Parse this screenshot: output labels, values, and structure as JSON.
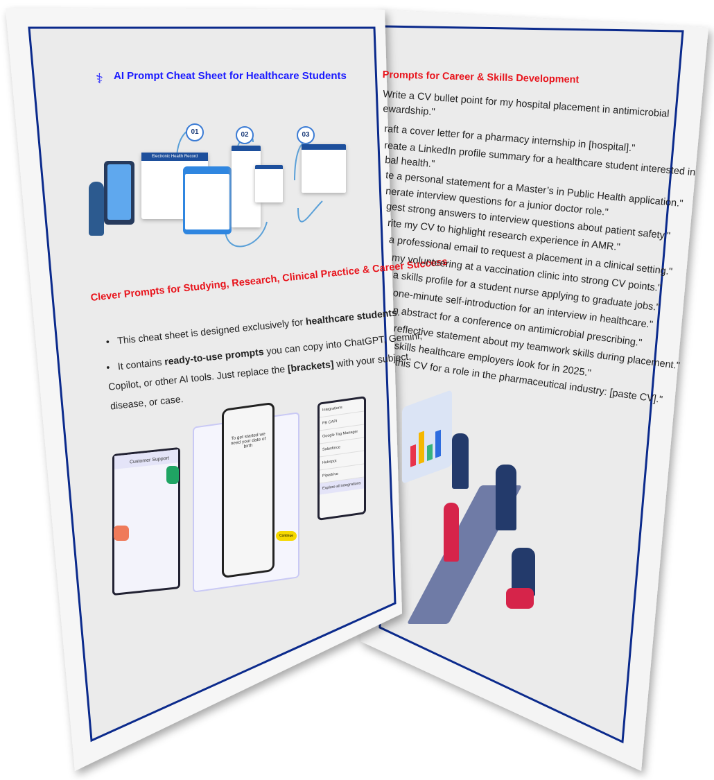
{
  "left_page": {
    "title": "AI Prompt Cheat Sheet for Healthcare Students",
    "title_icon": "stethoscope-icon",
    "illustration1": {
      "steps": [
        "01",
        "02",
        "03"
      ],
      "card_title": "Electronic Health Record"
    },
    "section_heading": "Clever Prompts for Studying, Research, Clinical Practice & Career Success",
    "bullets": [
      {
        "pre": "This cheat sheet is designed exclusively for ",
        "bold": "healthcare students",
        "post": "."
      },
      {
        "pre": "It contains ",
        "bold": "ready-to-use prompts",
        "mid": " you can copy into ChatGPT, Gemini, Copilot, or other AI tools. Just replace the ",
        "bold2": "[brackets]",
        "post": " with your subject, disease, or case."
      }
    ],
    "illustration2": {
      "chat_title": "Customer Support",
      "phone_prompt": "To get started we need your date of birth",
      "integrations_title": "Integrations",
      "integrations": [
        "FB CAPI",
        "Google Tag Manager",
        "Salesforce",
        "Hubspot",
        "Pipedrive"
      ],
      "integrations_footer": "Explore all integrations",
      "continue_label": "Continue"
    }
  },
  "right_page": {
    "heading": "Prompts for Career & Skills Development",
    "lines": [
      "Write a CV bullet point for my hospital placement in antimicrobial",
      "ewardship.\"",
      "raft a cover letter for a pharmacy internship in [hospital].\"",
      "reate a LinkedIn profile summary for a healthcare student interested in",
      "bal health.\"",
      "te a personal statement for a Master’s in Public Health application.\"",
      "nerate interview questions for a junior doctor role.\"",
      "gest strong answers to interview questions about patient safety.\"",
      "rite my CV to highlight research experience in AMR.\"",
      "a professional email to request a placement in a clinical setting.\"",
      "my volunteering at a vaccination clinic into strong CV points.\"",
      "a skills profile for a student nurse applying to graduate jobs.\"",
      "one-minute self-introduction for an interview in healthcare.\"",
      "n abstract for a conference on antimicrobial prescribing.\"",
      "reflective statement about my teamwork skills during placement.\"",
      "skills healthcare employers look for in 2025.\"",
      "this CV for a role in the pharmaceutical industry: [paste CV].\""
    ]
  },
  "colors": {
    "border": "#0b2a8c",
    "title": "#1a1aff",
    "heading": "#e8141c",
    "page": "#ececec"
  }
}
